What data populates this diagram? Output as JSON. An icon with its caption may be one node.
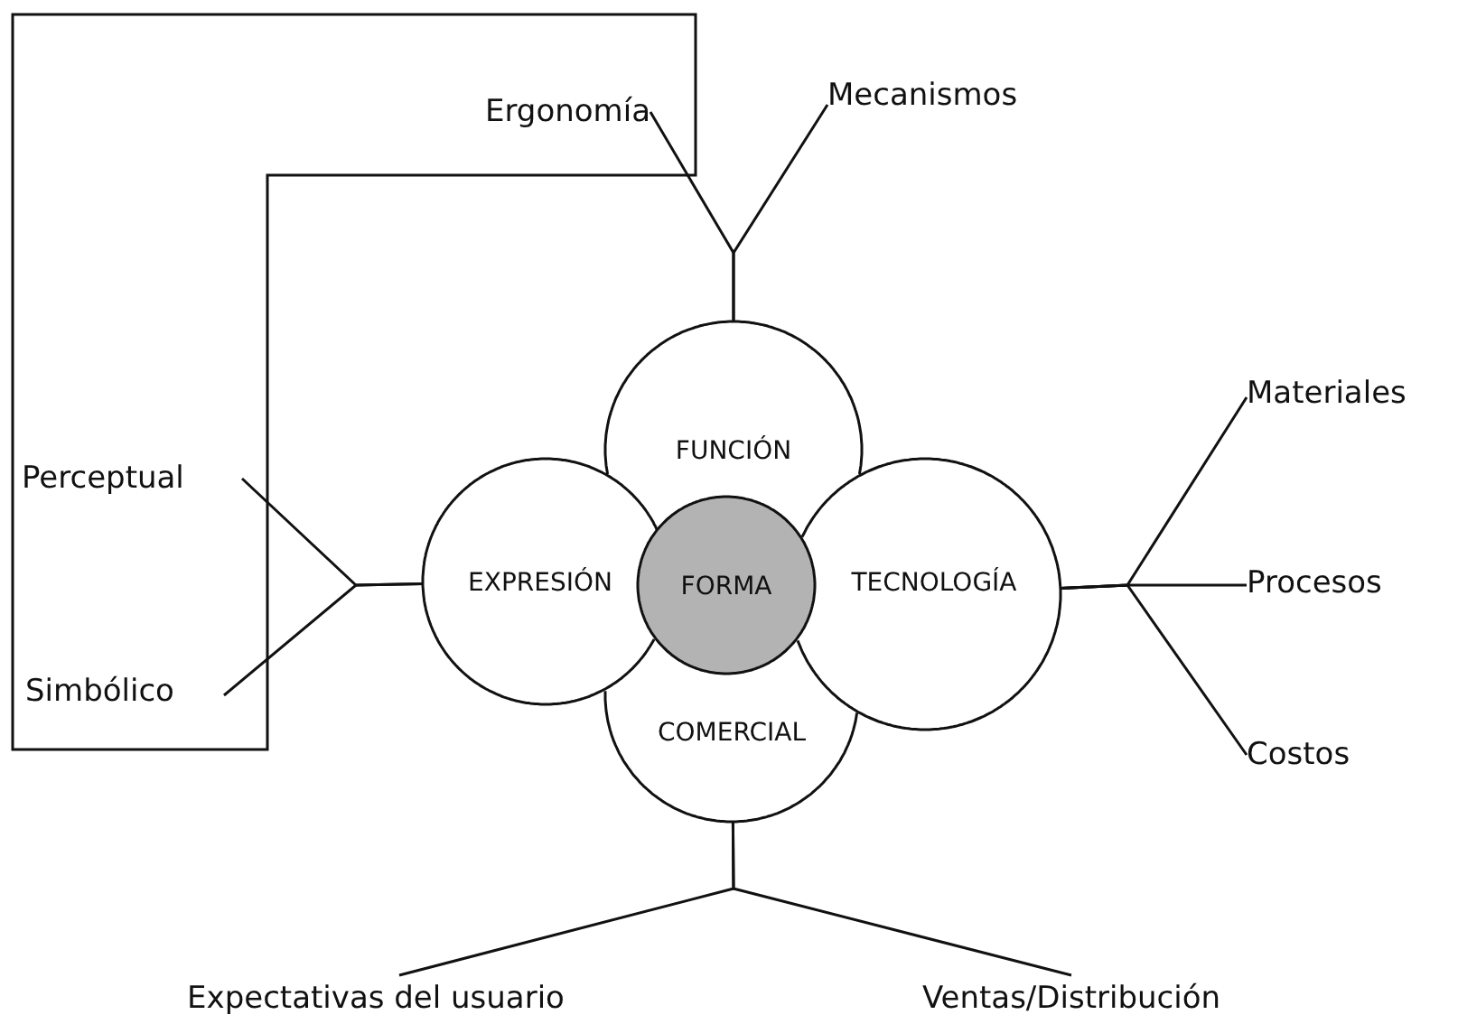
{
  "diagram": {
    "nodes": [
      {
        "text": [
          "Ergonomía"
        ]
      },
      {
        "text": [
          "Mecanismos"
        ]
      },
      {
        "text": [
          "FUNCIÓN"
        ]
      },
      {
        "text": [
          "Materiales"
        ]
      },
      {
        "text": [
          "Perceptual"
        ]
      },
      {
        "text": [
          "EXPRESIÓN"
        ]
      },
      {
        "text": [
          "FORMA"
        ]
      },
      {
        "text": [
          "TECNOLOGÍA"
        ]
      },
      {
        "text": [
          "Procesos"
        ]
      },
      {
        "text": [
          "Simbólico"
        ]
      },
      {
        "text": [
          "COMERCIAL"
        ]
      },
      {
        "text": [
          "Costos"
        ]
      },
      {
        "text": [
          "Expectativas del usuario"
        ]
      },
      {
        "text": [
          "Ventas/Distribución"
        ]
      }
    ],
    "edges": [
      {
        "from": 0,
        "to": 2,
        "arrow": "none"
      },
      {
        "from": 1,
        "to": 2,
        "arrow": "none"
      },
      {
        "from": 4,
        "to": 5,
        "arrow": "none"
      },
      {
        "from": 9,
        "to": 5,
        "arrow": "none"
      },
      {
        "from": 3,
        "to": 7,
        "arrow": "none"
      },
      {
        "from": 8,
        "to": 7,
        "arrow": "none"
      },
      {
        "from": 11,
        "to": 7,
        "arrow": "none"
      },
      {
        "from": 12,
        "to": 10,
        "arrow": "none"
      },
      {
        "from": 13,
        "to": 10,
        "arrow": "none"
      }
    ]
  }
}
